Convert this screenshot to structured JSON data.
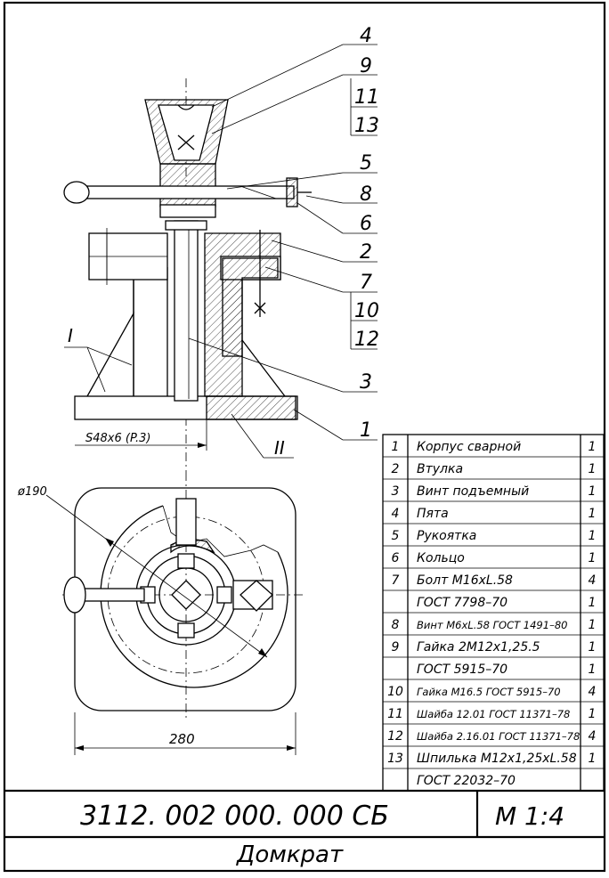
{
  "leaders": [
    "4",
    "9",
    "11",
    "13",
    "5",
    "8",
    "6",
    "2",
    "7",
    "10",
    "12",
    "3",
    "1"
  ],
  "view_labels": {
    "roman1": "I",
    "roman2": "II"
  },
  "dimensions": {
    "thread": "S48x6 (P.3)",
    "diameter": "ø190",
    "width": "280"
  },
  "parts_list": [
    {
      "num": "1",
      "name": "Корпус сварной",
      "qty": "1"
    },
    {
      "num": "2",
      "name": "Втулка",
      "qty": "1"
    },
    {
      "num": "3",
      "name": "Винт подъемный",
      "qty": "1"
    },
    {
      "num": "4",
      "name": "Пята",
      "qty": "1"
    },
    {
      "num": "5",
      "name": "Рукоятка",
      "qty": "1"
    },
    {
      "num": "6",
      "name": "Кольцо",
      "qty": "1"
    },
    {
      "num": "7",
      "name": "Болт M16xL.58",
      "qty": "4"
    },
    {
      "num": "",
      "name": "ГОСТ 7798–70",
      "qty": "1"
    },
    {
      "num": "8",
      "name": "Винт M6xL.58 ГОСТ 1491–80",
      "qty": "1"
    },
    {
      "num": "9",
      "name": "Гайка 2M12x1,25.5",
      "qty": "1"
    },
    {
      "num": "",
      "name": "ГОСТ 5915–70",
      "qty": "1"
    },
    {
      "num": "10",
      "name": "Гайка M16.5 ГОСТ 5915–70",
      "qty": "4"
    },
    {
      "num": "11",
      "name": "Шайба 12.01 ГОСТ 11371–78",
      "qty": "1"
    },
    {
      "num": "12",
      "name": "Шайба 2.16.01 ГОСТ 11371–78",
      "qty": "4"
    },
    {
      "num": "13",
      "name": "Шпилька M12x1,25xL.58",
      "qty": "1"
    },
    {
      "num": "",
      "name": "ГОСТ 22032–70",
      "qty": ""
    }
  ],
  "title_block": {
    "designation": "3112. 002 000. 000 СБ",
    "scale": "M 1:4",
    "name": "Домкрат"
  }
}
